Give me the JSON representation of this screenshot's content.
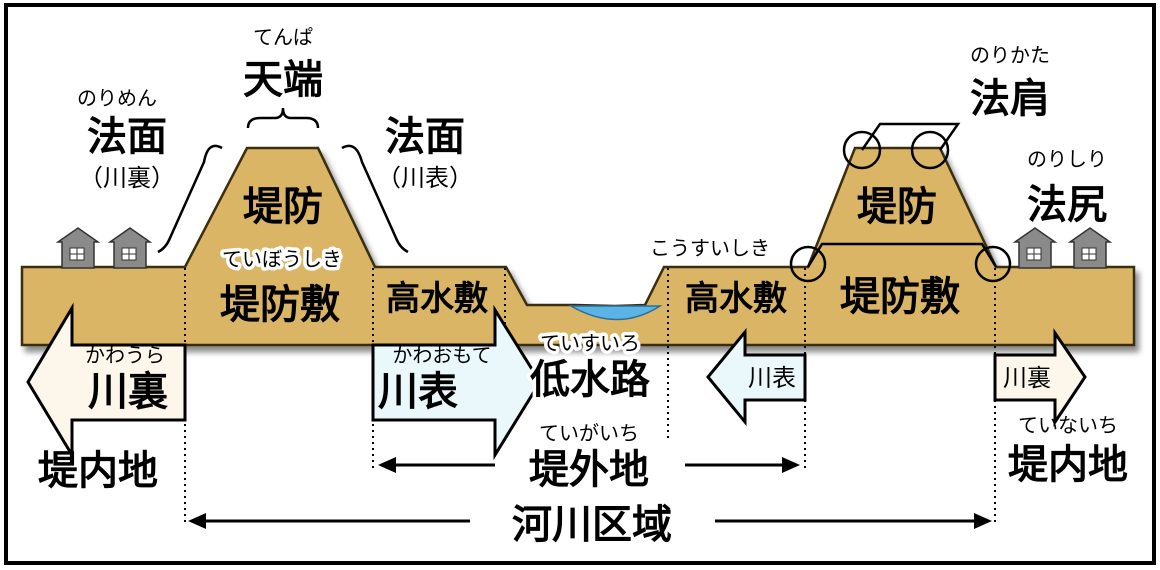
{
  "labels": {
    "tenba_ruby": "てんぱ",
    "tenba": "天端",
    "norimen_ruby": "のりめん",
    "norimen_left": "法面",
    "norimen_left_sub": "（川裏）",
    "norimen_right": "法面",
    "norimen_right_sub": "（川表）",
    "teibo_left": "堤防",
    "teibo_right": "堤防",
    "teibojiki_ruby": "ていぼうしき",
    "teibojiki_left": "堤防敷",
    "teibojiki_right": "堤防敷",
    "kosuijiki_ruby": "こうすいしき",
    "kosuijiki_left": "高水敷",
    "kosuijiki_right": "高水敷",
    "teisuiro_ruby": "ていすいろ",
    "teisuiro": "低水路",
    "norikata_ruby": "のりかた",
    "norikata": "法肩",
    "norishiri_ruby": "のりしり",
    "norishiri": "法尻",
    "kawaura_ruby": "かわうら",
    "kawaura_big": "川裏",
    "kawaomote_ruby": "かわおもて",
    "kawaomote_big": "川表",
    "kawaomote_small": "川表",
    "kawaura_small": "川裏",
    "teinaichi_left": "堤内地",
    "teinaichi_ruby": "ていないち",
    "teinaichi_right": "堤内地",
    "teigaichi_ruby": "ていがいち",
    "teigaichi": "堤外地",
    "kasen_kuiki": "河川区域"
  },
  "colors": {
    "ground": "#D9B565",
    "ground_stroke": "#3a2d10",
    "water": "#5AB4E6",
    "house": "#808080",
    "arrow_fill_left": "#FDF6EA",
    "arrow_fill_right": "#EAF8FB",
    "border": "#000000"
  },
  "icons": [
    "house-icon",
    "house-icon",
    "house-icon",
    "house-icon"
  ]
}
